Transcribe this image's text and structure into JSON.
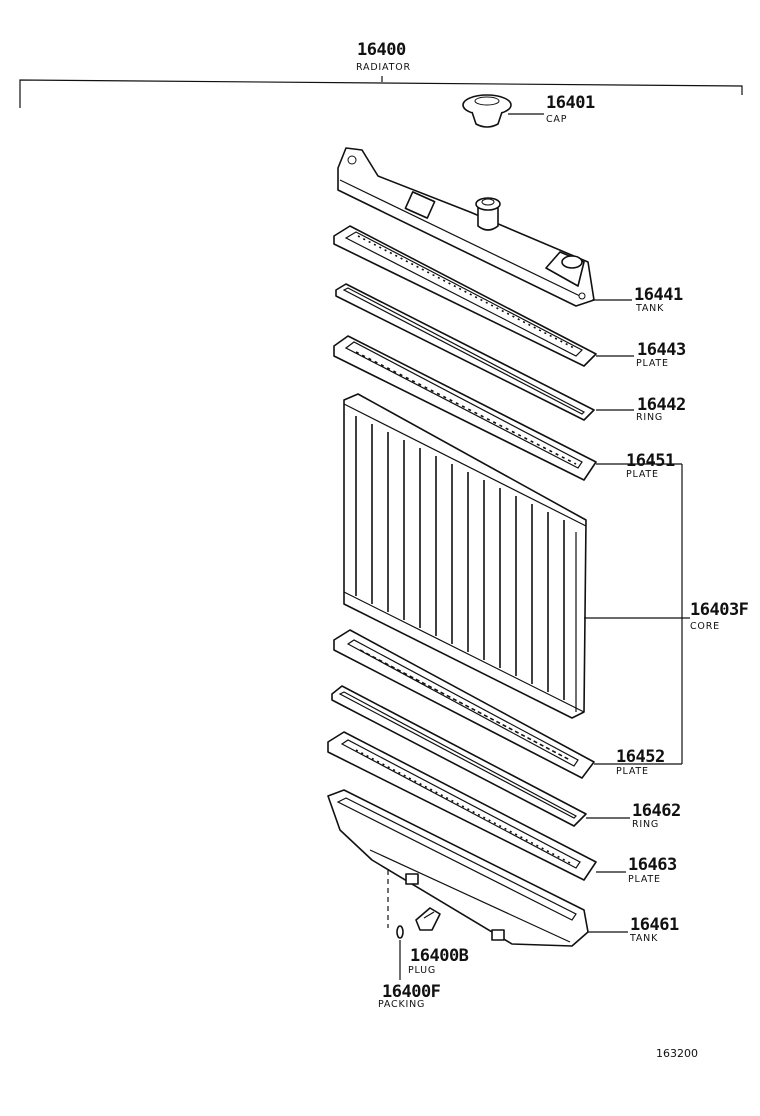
{
  "assembly": {
    "number": "16400",
    "name": "RADIATOR"
  },
  "parts": [
    {
      "number": "16401",
      "name": "CAP"
    },
    {
      "number": "16441",
      "name": "TANK"
    },
    {
      "number": "16443",
      "name": "PLATE"
    },
    {
      "number": "16442",
      "name": "RING"
    },
    {
      "number": "16451",
      "name": "PLATE"
    },
    {
      "number": "16403F",
      "name": "CORE"
    },
    {
      "number": "16452",
      "name": "PLATE"
    },
    {
      "number": "16462",
      "name": "RING"
    },
    {
      "number": "16463",
      "name": "PLATE"
    },
    {
      "number": "16461",
      "name": "TANK"
    },
    {
      "number": "16400B",
      "name": "PLUG"
    },
    {
      "number": "16400F",
      "name": "PACKING"
    }
  ],
  "reference_code": "163200"
}
